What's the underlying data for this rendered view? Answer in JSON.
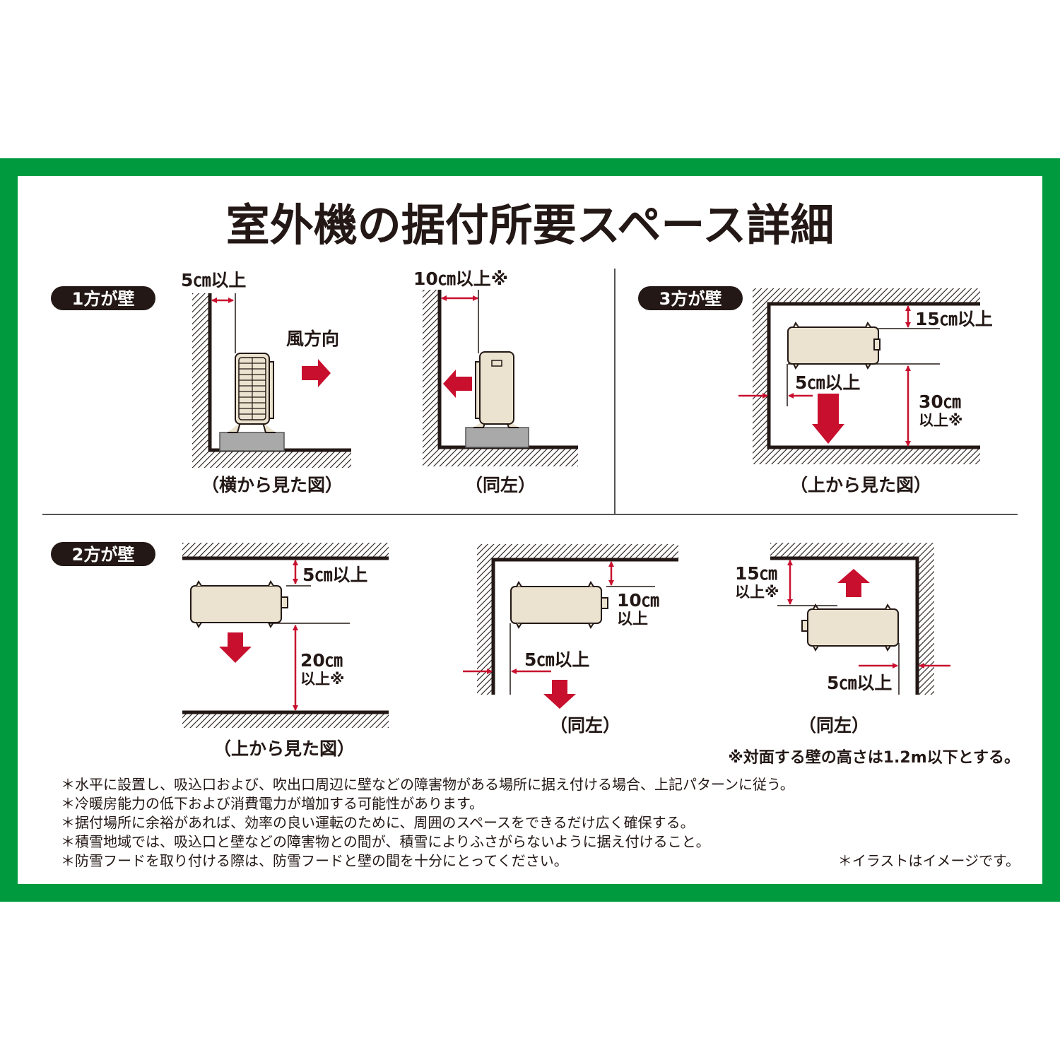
{
  "title": "室外機の据付所要スペース詳細",
  "colors": {
    "frame": "#009a3e",
    "arrow": "#c8102e",
    "unit": "#ebe3cf",
    "badge": "#231815"
  },
  "panel_one_wall": {
    "badge": "1方が壁",
    "side_a": {
      "clearance": "5㎝以上",
      "wind_label": "風方向",
      "caption": "（横から見た図）"
    },
    "side_b": {
      "clearance": "10㎝以上※",
      "caption": "（同左）"
    }
  },
  "panel_three_walls": {
    "badge": "3方が壁",
    "top": "15㎝以上",
    "side": "5㎝以上",
    "front_value": "30㎝",
    "front_suffix": "以上※",
    "caption": "（上から見た図）"
  },
  "panel_two_walls": {
    "badge": "2方が壁",
    "a": {
      "top": "5㎝以上",
      "front_value": "20㎝",
      "front_suffix": "以上※",
      "caption": "（上から見た図）"
    },
    "b": {
      "top_value": "10㎝",
      "top_suffix": "以上",
      "side": "5㎝以上",
      "caption": "（同左）"
    },
    "c": {
      "back_value": "15㎝",
      "back_suffix": "以上※",
      "side": "5㎝以上",
      "caption": "（同左）"
    },
    "wall_note": "※対面する壁の高さは1.2m以下とする。"
  },
  "notes": [
    "＊水平に設置し、吸込口および、吹出口周辺に壁などの障害物がある場所に据え付ける場合、上記パターンに従う。",
    "＊冷暖房能力の低下および消費電力が増加する可能性があります。",
    "＊据付場所に余裕があれば、効率の良い運転のために、周囲のスペースをできるだけ広く確保する。",
    "＊積雪地域では、吸込口と壁などの障害物との間が、積雪によりふさがらないように据え付けること。",
    "＊防雪フードを取り付ける際は、防雪フードと壁の間を十分にとってください。"
  ],
  "illustration_note": "＊イラストはイメージです。"
}
